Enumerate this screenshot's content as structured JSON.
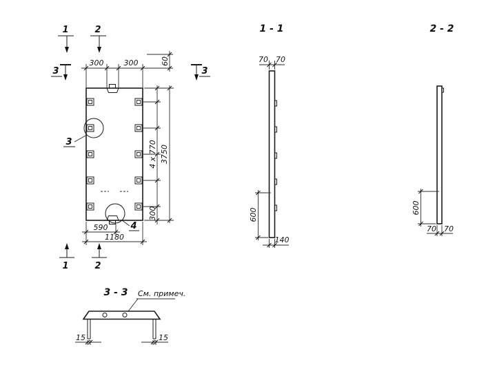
{
  "page": {
    "background": "#ffffff",
    "line_color": "#1a1a1a"
  },
  "plan": {
    "mark_1_top": "1",
    "mark_2_top": "2",
    "mark_3_left": "3",
    "mark_3_right": "3",
    "mark_1_bottom": "1",
    "mark_2_bottom": "2",
    "dim_300_left": "300",
    "dim_300_right": "300",
    "dim_60": "60",
    "dim_pitch": "4 x 770",
    "dim_total": "3750",
    "dim_300_bottom": "300",
    "dim_590": "590",
    "dim_1180": "1180",
    "detail_3": "3",
    "detail_4": "4"
  },
  "section_1_1": {
    "title": "1 - 1",
    "dim_70_left": "70",
    "dim_70_right": "70",
    "dim_600": "600",
    "dim_140": "140"
  },
  "section_2_2": {
    "title": "2 - 2",
    "dim_600": "600",
    "dim_70_left": "70",
    "dim_70_right": "70"
  },
  "section_3_3": {
    "title": "3 - 3",
    "note": "См. примеч.",
    "dim_15_left": "15",
    "dim_15_right": "15"
  }
}
